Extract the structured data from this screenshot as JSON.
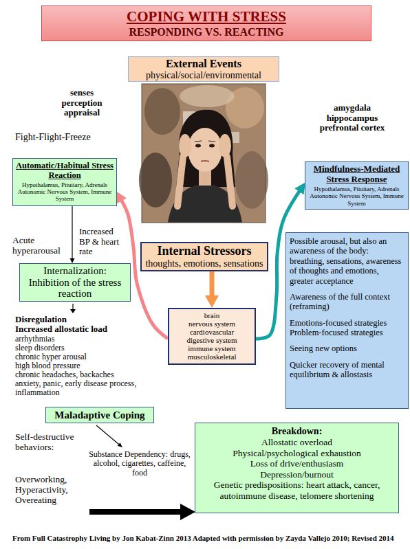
{
  "diagram": {
    "caption": "From Full Catastrophy Living by Jon Kabat-Zinn 2013 Adapted with permission by Zayda Vallejo 2010; Revised 2014",
    "nodes": [
      {
        "text": [
          "COPING WITH STRESS",
          "RESPONDING VS. REACTING"
        ]
      },
      {
        "text": [
          "External Events",
          "physical/social/environmental"
        ]
      },
      {
        "text": [
          "Automatic/Habitual Stress Reaction",
          "Hypothalamus, Pituitary, Adrenals Autonomic Nervous System, Immune System"
        ]
      },
      {
        "text": [
          "Mindfulness-Mediated Stress Response",
          "Hypothalamus, Pituitary, Adrenals Autonomic Nervous System, Immune System"
        ]
      },
      {
        "text": [
          "Internal Stressors",
          "thoughts, emotions, sensations"
        ]
      },
      {
        "text": [
          "Possible arousal, but also an awareness of the body: breathing, sensations, awareness of thoughts and emotions, greater acceptance",
          "Awareness of the full context (reframing)",
          "Emotions-focused strategies Problem-focused strategies",
          "Seeing new options",
          "Quicker recovery of mental equilibrium & allostasis"
        ]
      },
      {
        "text": [
          "Internalization:",
          "Inhibition of the stress reaction"
        ]
      },
      {
        "text": [
          "brain",
          "nervous system",
          "cardiovascular",
          "digestive system",
          "immune system",
          "musculoskeletal"
        ]
      },
      {
        "text": [
          "Maladaptive Coping"
        ]
      },
      {
        "text": [
          "Breakdown:",
          "Allostatic overload",
          "Physical/psychological exhaustion",
          "Loss of drive/enthusiasm",
          "Depression/burnout",
          "Genetic predispositions: heart attack, cancer, autoimmune disease, telomere shortening"
        ]
      }
    ],
    "edges": [
      {
        "from": 4,
        "to": 7,
        "arrow": "to"
      },
      {
        "from": 7,
        "to": 2,
        "arrow": "to"
      },
      {
        "from": 7,
        "to": 3,
        "arrow": "to"
      },
      {
        "from": 2,
        "to": 6,
        "arrow": "to"
      }
    ],
    "labels": [
      "senses perception appraisal",
      "amygdala hippocampus prefrontal cortex",
      "Fight-Flight-Freeze",
      "Acute hyperarousal",
      "Increased BP & heart rate",
      "Disregulation",
      "Increased allostatic load",
      "arrhythmias",
      "sleep disorders",
      "chronic hyper arousal",
      "high blood pressure",
      "chronic headaches, backaches",
      "anxiety, panic, early disease process, inflammation",
      "Self-destructive behaviors:",
      "Substance Dependency: drugs, alcohol, cigarettes, caffeine, food",
      "Overworking, Hyperactivity, Overeating"
    ]
  }
}
